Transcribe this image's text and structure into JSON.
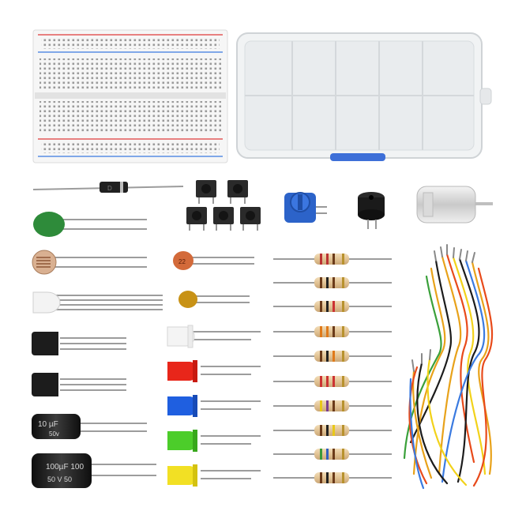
{
  "scene": {
    "description_hidden": "",
    "printed_text": {
      "ceramic_cap_1": "22",
      "cap_small_value": "10 µF",
      "cap_small_voltage": "50v",
      "cap_large_value": "100µF 100",
      "cap_large_voltage": "50 V   50",
      "diode_mark": "D"
    },
    "colors": {
      "breadboard": "#f4f4f4",
      "rail_red": "#e03a3a",
      "rail_blue": "#3a7ae0",
      "led_red": "#e8261a",
      "led_blue": "#1f5fe0",
      "led_green": "#4ccd2a",
      "led_yellow": "#f2e024",
      "pot_blue": "#2c63c9",
      "varistor_green": "#2e8b3a",
      "capacitor_black": "#1b1b1b"
    }
  }
}
